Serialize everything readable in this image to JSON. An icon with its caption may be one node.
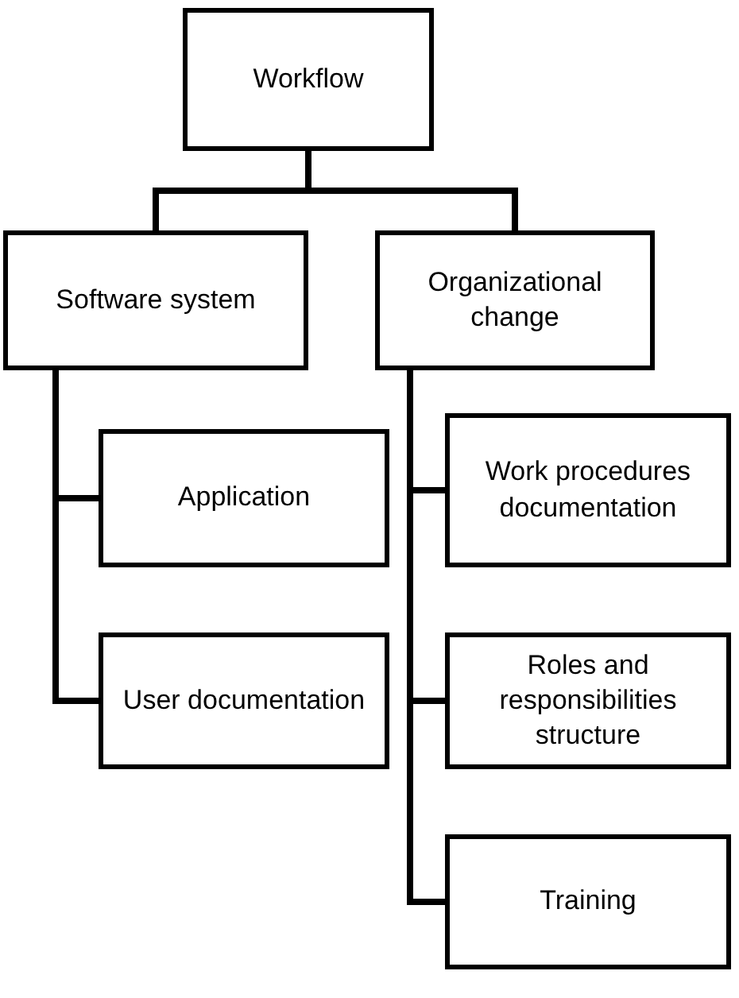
{
  "diagram": {
    "nodes": [
      {
        "text": [
          "Workflow"
        ]
      },
      {
        "text": [
          "Software system"
        ]
      },
      {
        "text": [
          "Organizational change"
        ]
      },
      {
        "text": [
          "Application"
        ]
      },
      {
        "text": [
          "User documentation"
        ]
      },
      {
        "text": [
          "Work procedures documentation"
        ]
      },
      {
        "text": [
          "Roles and responsibilities structure"
        ]
      },
      {
        "text": [
          "Training"
        ]
      }
    ],
    "edges": [
      {
        "from": 0,
        "to": 1,
        "arrow": "none"
      },
      {
        "from": 0,
        "to": 2,
        "arrow": "none"
      },
      {
        "from": 1,
        "to": 3,
        "arrow": "none"
      },
      {
        "from": 1,
        "to": 4,
        "arrow": "none"
      },
      {
        "from": 2,
        "to": 5,
        "arrow": "none"
      },
      {
        "from": 2,
        "to": 6,
        "arrow": "none"
      },
      {
        "from": 2,
        "to": 7,
        "arrow": "none"
      }
    ]
  }
}
